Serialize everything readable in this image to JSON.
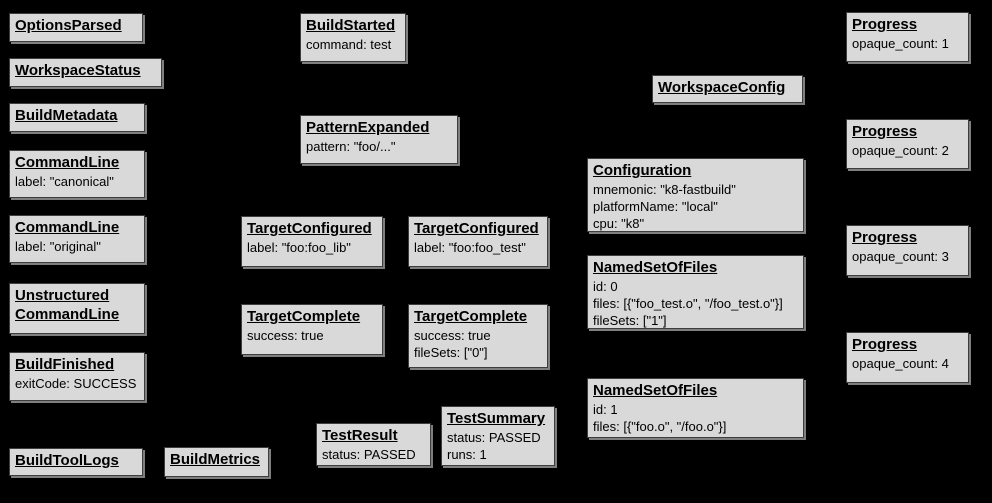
{
  "diagram": {
    "description": "Bazel Build Event Protocol event graph",
    "colors": {
      "background": "#000000",
      "box_fill": "#d9d9d9",
      "box_border": "#3d3d3d",
      "box_shadow": "#7f7f7f",
      "text": "#000000"
    }
  },
  "boxes": [
    {
      "id": "options-parsed",
      "title": "OptionsParsed",
      "lines": []
    },
    {
      "id": "workspace-status",
      "title": "WorkspaceStatus",
      "lines": []
    },
    {
      "id": "build-metadata",
      "title": "BuildMetadata",
      "lines": []
    },
    {
      "id": "command-line-canonical",
      "title": "CommandLine",
      "lines": [
        "label: \"canonical\""
      ]
    },
    {
      "id": "command-line-original",
      "title": "CommandLine",
      "lines": [
        "label: \"original\""
      ]
    },
    {
      "id": "unstructured-command-line",
      "title": "Unstructured\nCommandLine",
      "lines": []
    },
    {
      "id": "build-finished",
      "title": "BuildFinished",
      "lines": [
        "exitCode: SUCCESS"
      ]
    },
    {
      "id": "build-tool-logs",
      "title": "BuildToolLogs",
      "lines": []
    },
    {
      "id": "build-metrics",
      "title": "BuildMetrics",
      "lines": []
    },
    {
      "id": "build-started",
      "title": "BuildStarted",
      "lines": [
        "command: test"
      ]
    },
    {
      "id": "pattern-expanded",
      "title": "PatternExpanded",
      "lines": [
        "pattern: \"foo/...\""
      ]
    },
    {
      "id": "target-configured-lib",
      "title": "TargetConfigured",
      "lines": [
        "label: \"foo:foo_lib\""
      ]
    },
    {
      "id": "target-configured-test",
      "title": "TargetConfigured",
      "lines": [
        "label: \"foo:foo_test\""
      ]
    },
    {
      "id": "target-complete-lib",
      "title": "TargetComplete",
      "lines": [
        "success: true"
      ]
    },
    {
      "id": "target-complete-test",
      "title": "TargetComplete",
      "lines": [
        "success: true",
        "fileSets: [\"0\"]"
      ]
    },
    {
      "id": "test-result",
      "title": "TestResult",
      "lines": [
        "status: PASSED"
      ]
    },
    {
      "id": "test-summary",
      "title": "TestSummary",
      "lines": [
        "status: PASSED",
        "runs: 1"
      ]
    },
    {
      "id": "workspace-config",
      "title": "WorkspaceConfig",
      "lines": []
    },
    {
      "id": "configuration",
      "title": "Configuration",
      "lines": [
        "mnemonic: \"k8-fastbuild\"",
        "platformName: \"local\"",
        "cpu: \"k8\""
      ]
    },
    {
      "id": "named-set-of-files-0",
      "title": "NamedSetOfFiles",
      "lines": [
        "id: 0",
        "files: [{\"foo_test.o\", \"/foo_test.o\"}]",
        "fileSets: [\"1\"]"
      ]
    },
    {
      "id": "named-set-of-files-1",
      "title": "NamedSetOfFiles",
      "lines": [
        "id: 1",
        "files: [{\"foo.o\", \"/foo.o\"}]"
      ]
    },
    {
      "id": "progress-1",
      "title": "Progress",
      "lines": [
        "opaque_count: 1"
      ]
    },
    {
      "id": "progress-2",
      "title": "Progress",
      "lines": [
        "opaque_count: 2"
      ]
    },
    {
      "id": "progress-3",
      "title": "Progress",
      "lines": [
        "opaque_count: 3"
      ]
    },
    {
      "id": "progress-4",
      "title": "Progress",
      "lines": [
        "opaque_count: 4"
      ]
    }
  ]
}
